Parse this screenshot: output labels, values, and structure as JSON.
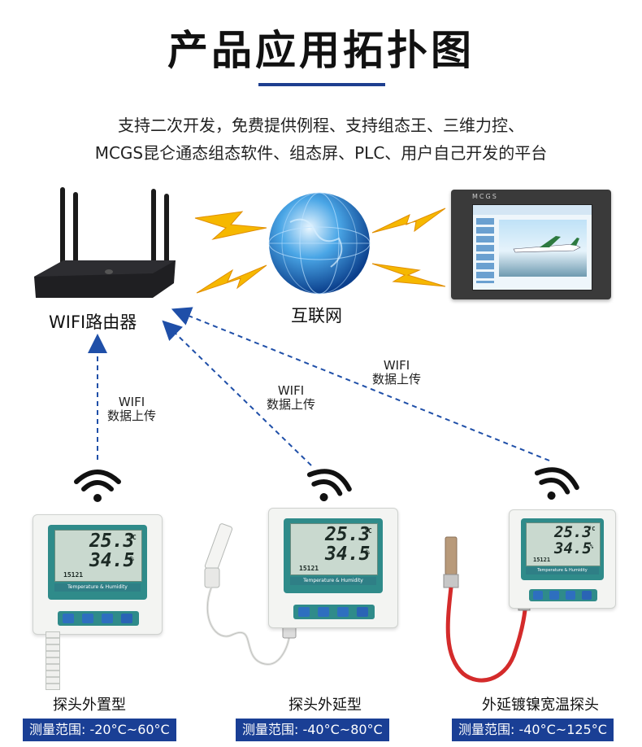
{
  "header": {
    "title": "产品应用拓扑图",
    "subtitle_line1": "支持二次开发，免费提供例程、支持组态王、三维力控、",
    "subtitle_line2": "MCGS昆仑通态组态软件、组态屏、PLC、用户自己开发的平台"
  },
  "network": {
    "router_label": "WIFI路由器",
    "internet_label": "互联网",
    "hmi_brand": "MCGS"
  },
  "links": [
    {
      "line1": "WIFI",
      "line2": "数据上传"
    },
    {
      "line1": "WIFI",
      "line2": "数据上传"
    },
    {
      "line1": "WIFI",
      "line2": "数据上传"
    }
  ],
  "devices": [
    {
      "name": "探头外置型",
      "range": "测量范围: -20°C~60°C",
      "temp": "25.3",
      "hum": "34.5",
      "band": "Temperature & Humidity",
      "id_code": "15121"
    },
    {
      "name": "探头外延型",
      "range": "测量范围: -40°C~80°C",
      "temp": "25.3",
      "hum": "34.5",
      "band": "Temperature & Humidity",
      "id_code": "15121"
    },
    {
      "name": "外延镀镍宽温探头",
      "range": "测量范围: -40°C~125°C",
      "temp": "25.3",
      "hum": "34.5",
      "band": "Temperature & Humidity",
      "id_code": "15121"
    }
  ],
  "units": {
    "temp": "°C",
    "hum": "%"
  },
  "colors": {
    "accent": "#1a3f95",
    "arrow": "#1f4fa8",
    "lightning": "#f5b400",
    "lcd_frame": "#2f8b8a"
  }
}
